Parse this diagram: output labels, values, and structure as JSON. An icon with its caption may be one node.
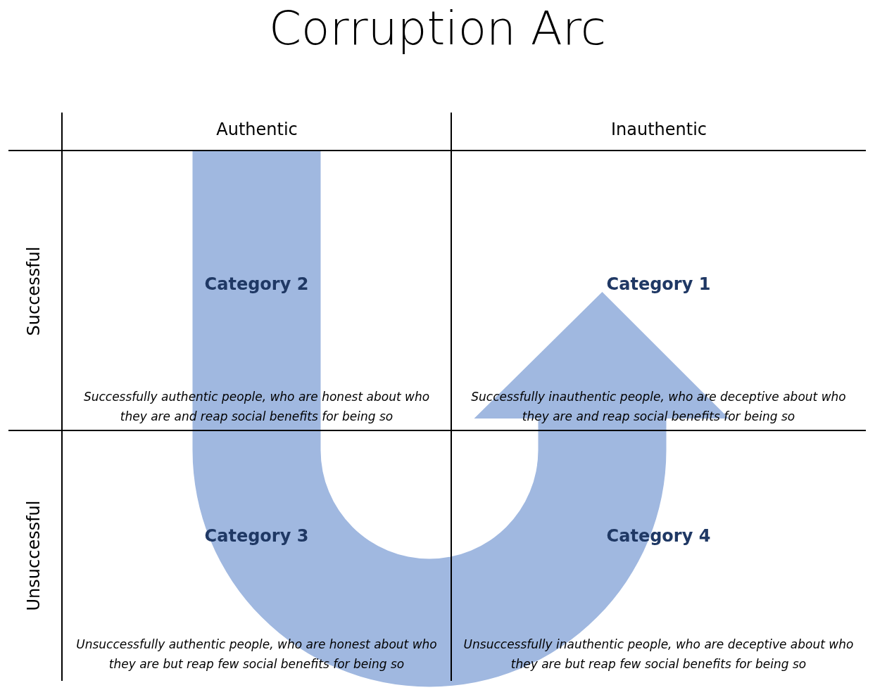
{
  "diagram": {
    "title": "Corruption Arc",
    "nodes": [
      {
        "text": [
          "Category 2",
          "Successfully authentic people, who are honest about who they are and reap social benefits for being so"
        ]
      },
      {
        "text": [
          "Category 1",
          "Successfully inauthentic people, who are deceptive about who they are and reap social benefits for being so"
        ]
      },
      {
        "text": [
          "Category 3",
          "Unsuccessfully authentic people, who are honest about who they are but reap few social benefits for being so"
        ]
      },
      {
        "text": [
          "Category 4",
          "Unsuccessfully inauthentic people, who are deceptive about who they are but reap few social benefits for being so"
        ]
      }
    ],
    "edges": [
      {
        "from": 0,
        "to": 1,
        "arrow": "to",
        "style": "thick"
      }
    ],
    "labels": [
      "Authentic",
      "Inauthentic",
      "Successful",
      "Unsuccessful"
    ]
  }
}
